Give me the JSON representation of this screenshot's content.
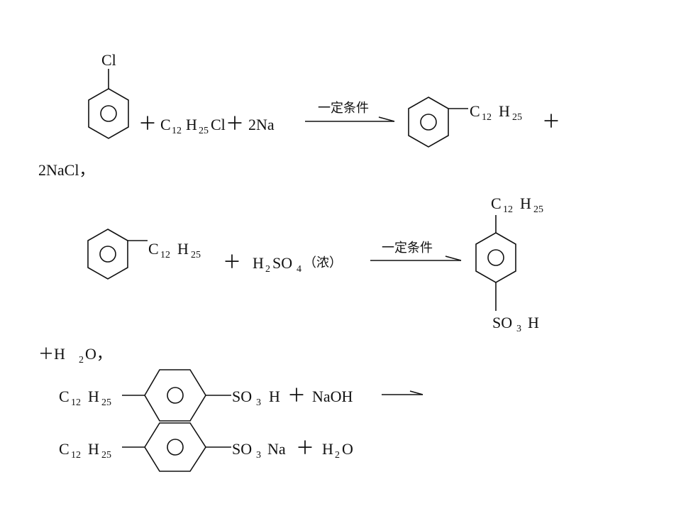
{
  "reaction1": {
    "substituent_top": "Cl",
    "plus1": "＋",
    "c": "C",
    "c_sub": "12",
    "h": "H",
    "h_sub": "25",
    "cl": "Cl",
    "plus2": "＋",
    "na": "2Na",
    "condition": "一定条件",
    "prod_c": "C",
    "prod_c_sub": "12",
    "prod_h": "H",
    "prod_h_sub": "25",
    "plus3": "＋",
    "byproduct": "2NaCl，"
  },
  "reaction2": {
    "c": "C",
    "c_sub": "12",
    "h": "H",
    "h_sub": "25",
    "plus1": "＋",
    "acid_h": "H",
    "acid_h_sub": "2",
    "acid_so": "SO",
    "acid_so_sub": "4",
    "acid_note": "（浓）",
    "condition": "一定条件",
    "prod_top_c": "C",
    "prod_top_c_sub": "12",
    "prod_top_h": "H",
    "prod_top_h_sub": "25",
    "prod_bottom_so": "SO",
    "prod_bottom_so_sub": "3",
    "prod_bottom_h": "H",
    "water_line": "＋H",
    "water_sub": "2",
    "water_end": "O，"
  },
  "reaction3": {
    "c": "C",
    "c_sub": "12",
    "h": "H",
    "h_sub": "25",
    "so": "SO",
    "so_sub": "3",
    "h_end": "H",
    "plus": "＋",
    "base": "NaOH"
  },
  "reaction4": {
    "c": "C",
    "c_sub": "12",
    "h": "H",
    "h_sub": "25",
    "so": "SO",
    "so_sub": "3",
    "na": "Na",
    "plus": "＋",
    "water_h": "H",
    "water_sub": "2",
    "water_o": "O"
  }
}
